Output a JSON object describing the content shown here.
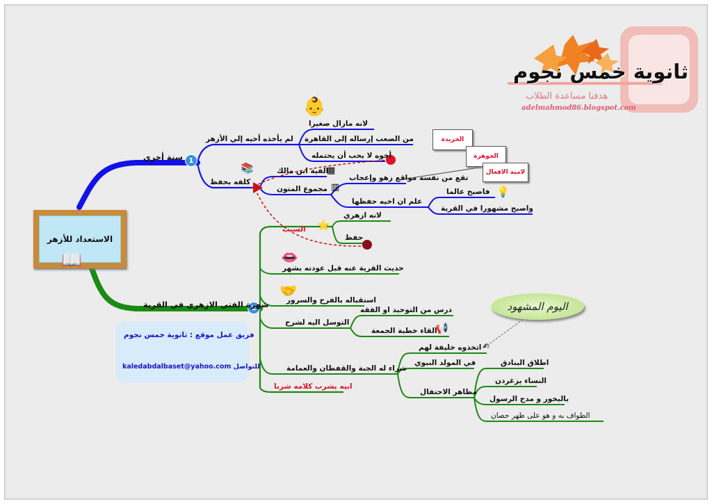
{
  "logo": {
    "title": "ثانوية خمس نجوم",
    "subtitle": "هدفنا مساعدة الطلاب",
    "url": "adelmahmod86.blogspot.com"
  },
  "root": {
    "label": "الاستعداد للأزهر"
  },
  "branch1": {
    "number": "1",
    "label": "سنة أخري",
    "sub1": {
      "label": "لم يأخذه أخيه إلي الأزهر",
      "children": [
        "لانه مازال صغيرا",
        "من الصعب إرساله إلى القاهرة",
        "أخوه لا يحب أن يحتمله"
      ]
    },
    "sub2": {
      "label": "كلفه بحفظ",
      "children": [
        "الفية ابن مالك",
        "مجموع المتون"
      ],
      "effect": "تقع من نفسه مواقع زهو وإعجاب",
      "learn": {
        "label": "علم ان اخيه حفظها",
        "children": [
          "فاصبح عالما",
          "واصبح مشهورا في القرية"
        ]
      }
    },
    "callouts": [
      "الخريدة",
      "الجوهرة",
      "لامية الافعال"
    ]
  },
  "branch2": {
    "number": "2",
    "label": "شهرة الفتي الازهري في القرية",
    "cause": {
      "label": "السبب",
      "children": [
        "لانه ازهري",
        "حفظ"
      ]
    },
    "items": [
      "حديث القرية عنه قبل عودته بشهر",
      "استقباله بالفرح والسرور"
    ],
    "ask": {
      "label": "التوسل اليه لشرح",
      "children": [
        "درس من التوحيد او الفقه",
        "القاء خطبة الجمعة"
      ]
    },
    "buy": {
      "label": "شراء له الجبة والقفطان والعمامة",
      "children": [
        "اتخذوه خليفة لهم",
        "في المولد النبوي"
      ],
      "celebration": {
        "label": "مظاهر الاحتفال",
        "children": [
          "اطلاق البنادق",
          "النساء يزغردن",
          "بالبخور و مدح الرسول",
          "الطواف به و هو على ظهر حصان"
        ]
      }
    },
    "last": "ابيه يشرب كلامه شربا"
  },
  "oval": {
    "label": "اليوم المشهود"
  },
  "team": {
    "line1": "فريق عمل موقع : ثانوية خمس نجوم",
    "line2": "للتواصل kaledabdalbaset@yahoo.com"
  },
  "colors": {
    "branch1": "#1212e8",
    "branch2": "#1b8a12",
    "red": "#e1102a"
  }
}
